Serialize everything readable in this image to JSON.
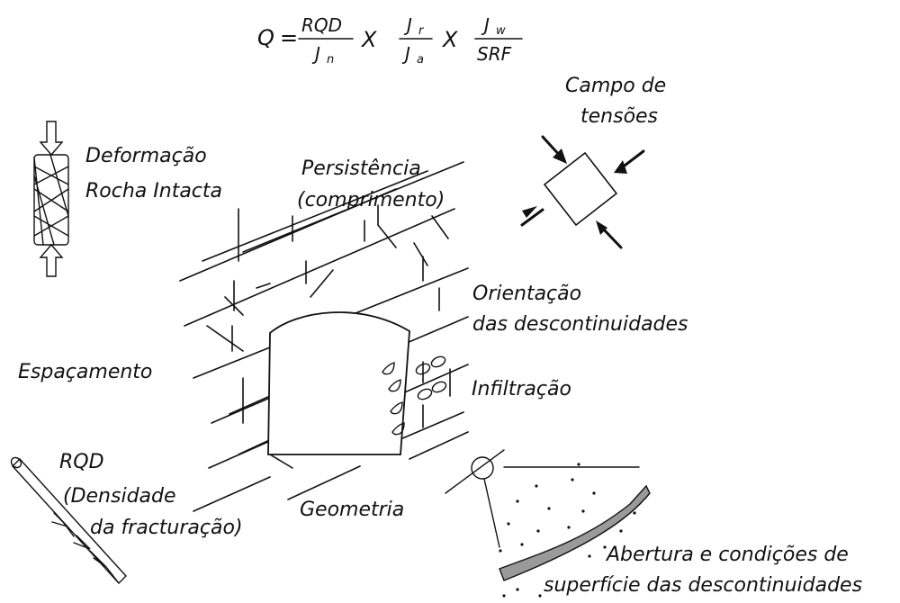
{
  "formula": {
    "q": "Q",
    "eq": "=",
    "times": [
      "X",
      "X"
    ],
    "f1": {
      "num": "RQD",
      "den": "J",
      "den_sub": "n"
    },
    "f2": {
      "num": "J",
      "num_sub": "r",
      "den": "J",
      "den_sub": "a"
    },
    "f3": {
      "num": "J",
      "num_sub": "w",
      "den": "SRF"
    }
  },
  "labels": {
    "campo_line1": "Campo de",
    "campo_line2": "tensões",
    "deformacao_line1": "Deformação",
    "deformacao_line2": "Rocha Intacta",
    "persistencia_line1": "Persistência",
    "persistencia_line2": "(comprimento)",
    "orientacao_line1": "Orientação",
    "orientacao_line2": "das descontinuidades",
    "espacamento": "Espaçamento",
    "infiltracao": "Infiltração",
    "rqd_line1": "RQD",
    "rqd_line2": "(Densidade",
    "rqd_line3": "da fracturação)",
    "geometria": "Geometria",
    "abertura_line1": "Abertura e condições de",
    "abertura_line2": "superfície das descontinuidades"
  },
  "colors": {
    "ink": "#111111",
    "fracture_band": "#9a9a9a",
    "background": "#ffffff"
  },
  "icons": [
    "core-sample-icon",
    "stress-square-icon",
    "drill-core-icon",
    "water-drop-icon",
    "aperture-detail-icon"
  ]
}
